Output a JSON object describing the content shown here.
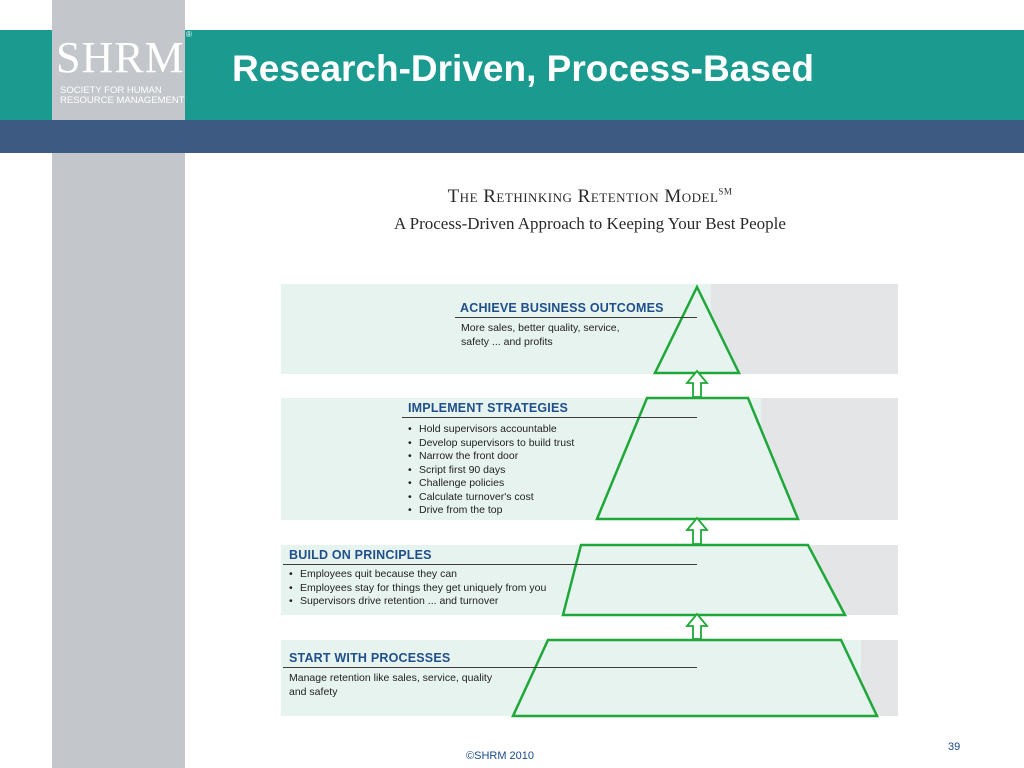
{
  "header": {
    "title": "Research-Driven, Process-Based",
    "logo": {
      "word": "SHRM",
      "registered": "®",
      "subtitle_line1": "Society for Human",
      "subtitle_line2": "Resource Management"
    }
  },
  "model": {
    "title": "The Rethinking Retention Model",
    "title_mark": "SM",
    "subtitle": "A Process-Driven Approach to Keeping Your Best People",
    "steps": [
      {
        "heading": "ACHIEVE BUSINESS OUTCOMES",
        "text_line1": "More sales, better quality,  service,",
        "text_line2": "safety ... and profits"
      },
      {
        "heading": "IMPLEMENT STRATEGIES",
        "bullets": [
          "Hold supervisors accountable",
          "Develop supervisors to build trust",
          "Narrow the front door",
          "Script first 90 days",
          "Challenge policies",
          "Calculate turnover's cost",
          "Drive from the top"
        ]
      },
      {
        "heading": "BUILD ON PRINCIPLES",
        "bullets": [
          "Employees quit because they can",
          "Employees stay for things they get uniquely from you",
          "Supervisors drive retention ... and turnover"
        ]
      },
      {
        "heading": "START WITH PROCESSES",
        "text_line1": "Manage retention like sales, service, quality",
        "text_line2": "and safety"
      }
    ]
  },
  "footer": {
    "copyright": "©SHRM 2010",
    "page_number": "39"
  },
  "colors": {
    "teal": "#1b9a90",
    "navy": "#3d5a82",
    "pyramid_stroke": "#1fa83a",
    "pyramid_fill": "#e7f3ee",
    "heading_blue": "#20508c"
  }
}
